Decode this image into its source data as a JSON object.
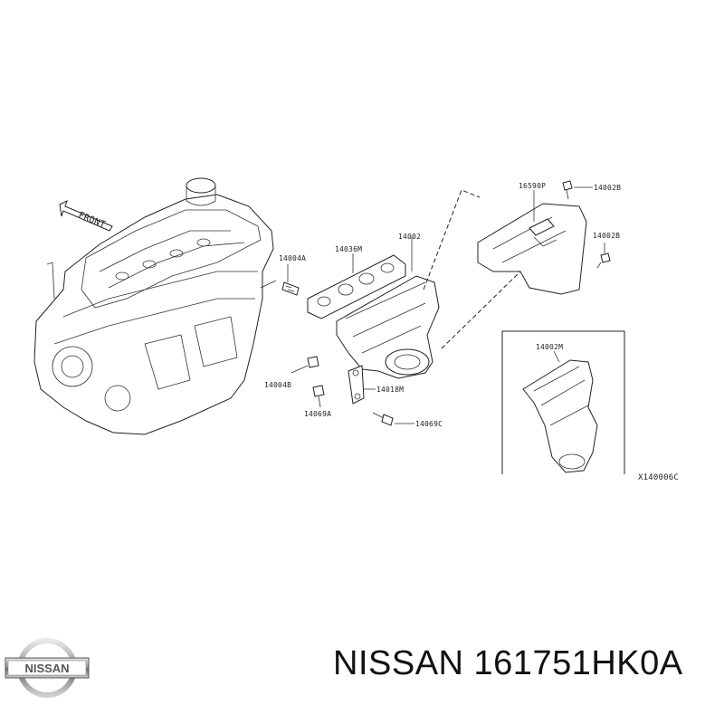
{
  "diagram": {
    "front_label": "FRONT",
    "callouts": [
      {
        "id": "c1",
        "text": "14004A"
      },
      {
        "id": "c2",
        "text": "14036M"
      },
      {
        "id": "c3",
        "text": "14002"
      },
      {
        "id": "c4",
        "text": "16590P"
      },
      {
        "id": "c5",
        "text": "14002B"
      },
      {
        "id": "c6",
        "text": "14002B"
      },
      {
        "id": "c7",
        "text": "14004B"
      },
      {
        "id": "c8",
        "text": "14018M"
      },
      {
        "id": "c9",
        "text": "14069A"
      },
      {
        "id": "c10",
        "text": "14069C"
      },
      {
        "id": "c11",
        "text": "14002M"
      }
    ],
    "figure_code": "X140006C"
  },
  "footer": {
    "brand": "NISSAN",
    "part_number": "NISSAN 161751HK0A"
  }
}
